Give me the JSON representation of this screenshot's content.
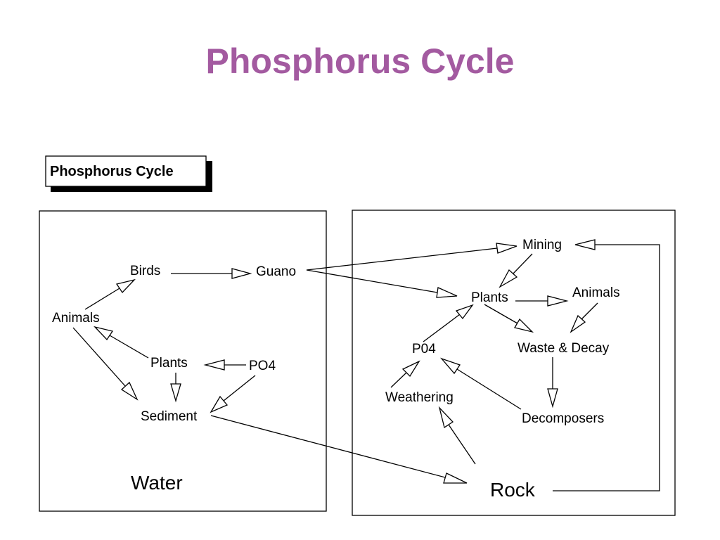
{
  "slide": {
    "title": "Phosphorus Cycle"
  },
  "diagram": {
    "tag_label": "Phosphorus Cycle",
    "water_panel": {
      "label": "Water",
      "nodes": {
        "birds": "Birds",
        "guano": "Guano",
        "animals": "Animals",
        "plants": "Plants",
        "po4": "PO4",
        "sediment": "Sediment"
      }
    },
    "rock_panel": {
      "label": "Rock",
      "nodes": {
        "mining": "Mining",
        "plants": "Plants",
        "animals": "Animals",
        "po4": "P04",
        "waste_decay": "Waste & Decay",
        "weathering": "Weathering",
        "decomposers": "Decomposers"
      }
    },
    "colors": {
      "title": "#a35aa0",
      "ink": "#000000"
    }
  }
}
